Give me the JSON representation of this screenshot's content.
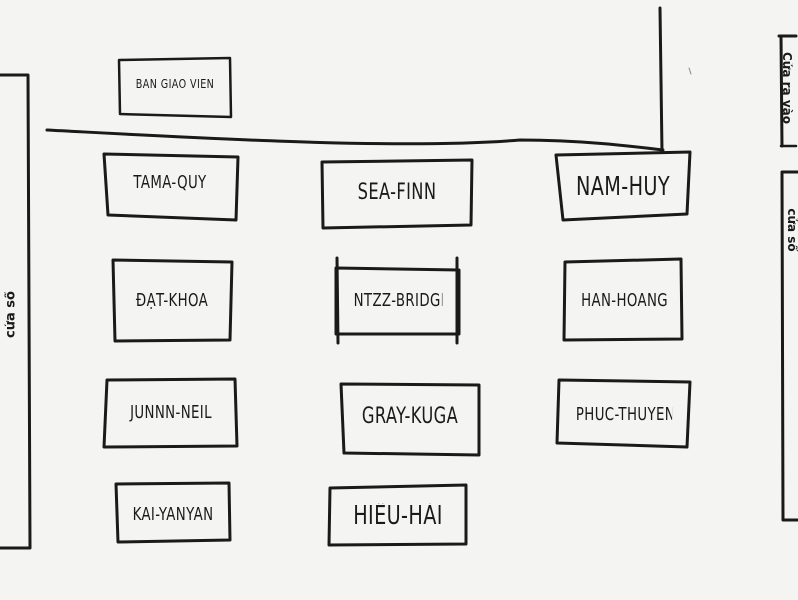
{
  "teacher_desk": {
    "label": "BÀN GIÁO VIÊN"
  },
  "left_window": {
    "label": "cửa sổ"
  },
  "right_door": {
    "label": "Cửa ra vào"
  },
  "right_window": {
    "label": "cửa sổ"
  },
  "desks": [
    {
      "label": "TAMA-QUÝ"
    },
    {
      "label": "SEA-FINN"
    },
    {
      "label": "NAM-HUY"
    },
    {
      "label": "ĐẠT-KHOA"
    },
    {
      "label": "NTZZ-BRIDGET"
    },
    {
      "label": "HÂN-HOÀNG"
    },
    {
      "label": "JUNNN-NEIL"
    },
    {
      "label": "GRAY-KUGA"
    },
    {
      "label": "PHÚC-THUYÊN"
    },
    {
      "label": "KAI-YANYAN"
    },
    {
      "label": "HIẾU-HẢI"
    }
  ]
}
